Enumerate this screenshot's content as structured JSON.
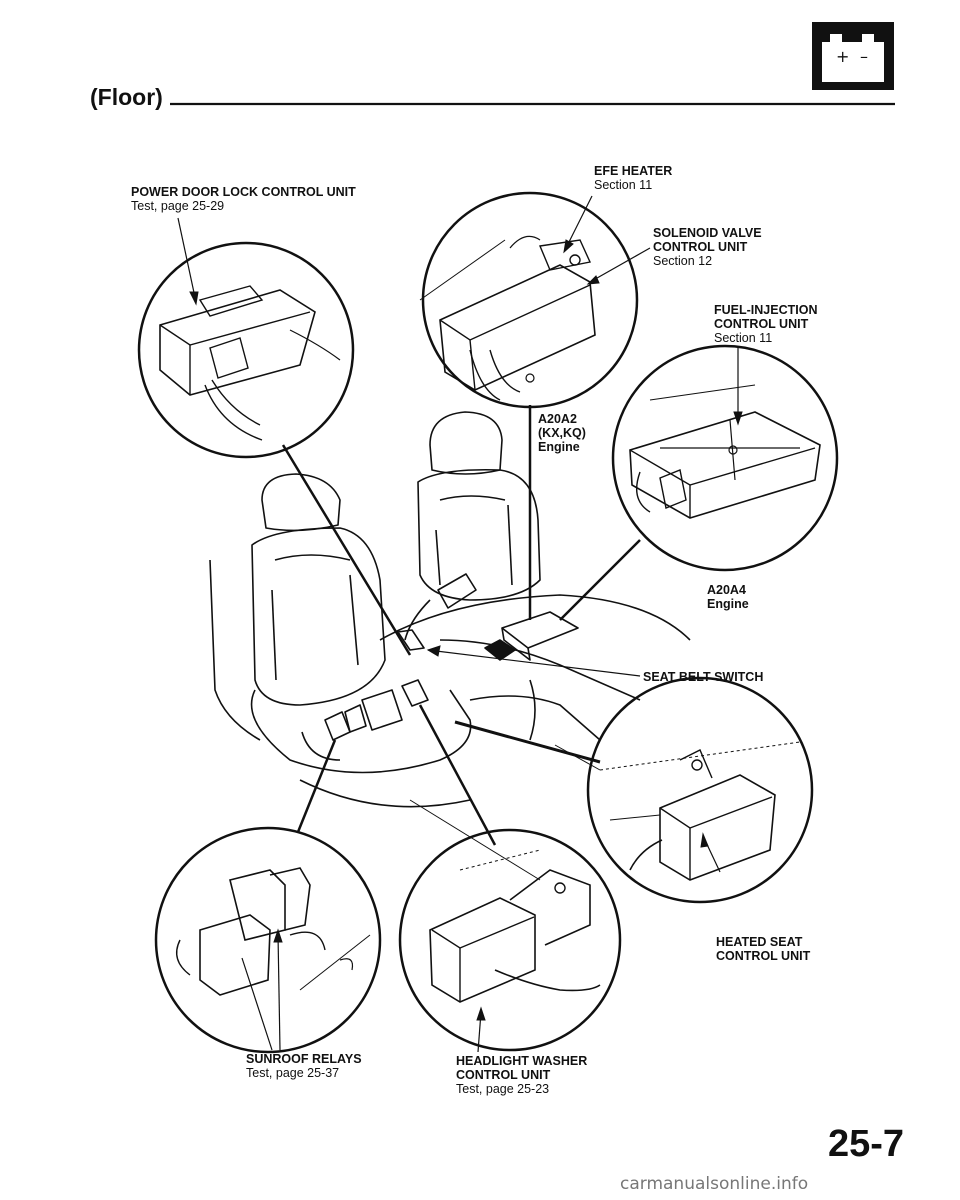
{
  "header": {
    "title": "(Floor)"
  },
  "page_number": "25-7",
  "watermark": "carmanualsonline.info",
  "battery_icon": {
    "plus": "+",
    "minus": "–"
  },
  "labels": {
    "power_door_lock": {
      "name": "POWER DOOR LOCK CONTROL UNIT",
      "ref": "Test, page 25-29"
    },
    "efe_heater": {
      "name": "EFE HEATER",
      "ref": "Section 11"
    },
    "solenoid_valve": {
      "name1": "SOLENOID VALVE",
      "name2": "CONTROL UNIT",
      "ref": "Section 12"
    },
    "fuel_injection": {
      "name1": "FUEL-INJECTION",
      "name2": "CONTROL UNIT",
      "ref": "Section 11"
    },
    "a20a2": {
      "line1": "A20A2",
      "line2": "(KX,KQ)",
      "line3": "Engine"
    },
    "a20a4": {
      "line1": "A20A4",
      "line2": "Engine"
    },
    "seat_belt_switch": {
      "name": "SEAT BELT SWITCH"
    },
    "heated_seat": {
      "name1": "HEATED SEAT",
      "name2": "CONTROL UNIT"
    },
    "sunroof_relays": {
      "name": "SUNROOF RELAYS",
      "ref": "Test, page 25-37"
    },
    "headlight_washer": {
      "name1": "HEADLIGHT WASHER",
      "name2": "CONTROL UNIT",
      "ref": "Test, page 25-23"
    }
  }
}
